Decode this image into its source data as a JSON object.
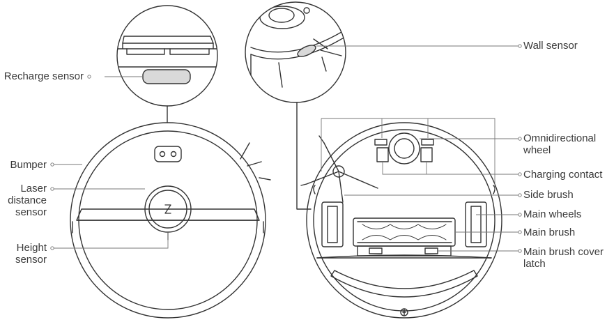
{
  "labels": {
    "recharge_sensor": "Recharge sensor",
    "bumper": "Bumper",
    "laser_distance_sensor": [
      "Laser",
      "distance",
      "sensor"
    ],
    "height_sensor": [
      "Height",
      "sensor"
    ],
    "wall_sensor": "Wall sensor",
    "omnidirectional_wheel": [
      "Omnidirectional",
      "wheel"
    ],
    "charging_contact": "Charging contact",
    "side_brush": "Side brush",
    "main_wheels": "Main wheels",
    "main_brush": "Main brush",
    "main_brush_cover_latch": [
      "Main brush cover",
      "latch"
    ]
  },
  "colors": {
    "line": "#333333",
    "leader": "#777777",
    "sensor_fill": "#d9d9d9",
    "text": "#3a3a3a"
  },
  "icons": {
    "logo": "z-logo-icon",
    "power": "power-button-icon"
  }
}
